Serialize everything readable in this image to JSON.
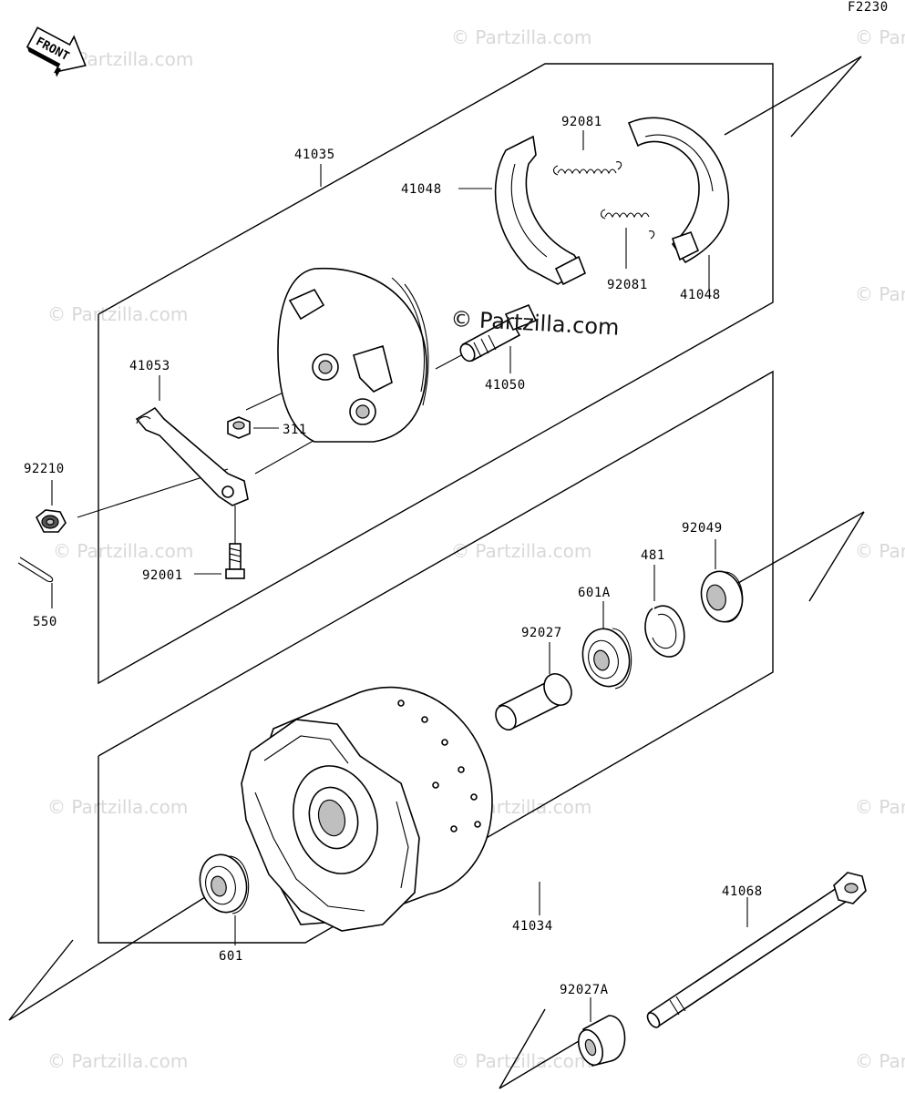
{
  "figure_code": "F2230",
  "front_badge": "FRONT",
  "watermark_short": "© Partzilla.com",
  "watermark_main": "© Partzilla.com",
  "parts": {
    "p41035": "41035",
    "p41048_left": "41048",
    "p41048_right": "41048",
    "p92081_top": "92081",
    "p92081_bottom": "92081",
    "p41050": "41050",
    "p41053": "41053",
    "p311": "311",
    "p92210": "92210",
    "p92001": "92001",
    "p550": "550",
    "p92049": "92049",
    "p481": "481",
    "p601A": "601A",
    "p92027": "92027",
    "p41034": "41034",
    "p601": "601",
    "p41068": "41068",
    "p92027A": "92027A"
  }
}
